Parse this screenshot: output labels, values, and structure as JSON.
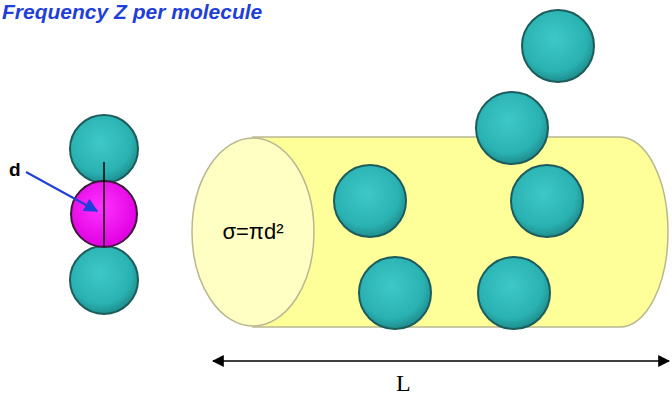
{
  "diagram": {
    "title": "Frequency Z per molecule",
    "nodes": [
      {
        "text": [
          "σ=πd²"
        ]
      }
    ],
    "labels": [
      "d",
      "L"
    ]
  }
}
